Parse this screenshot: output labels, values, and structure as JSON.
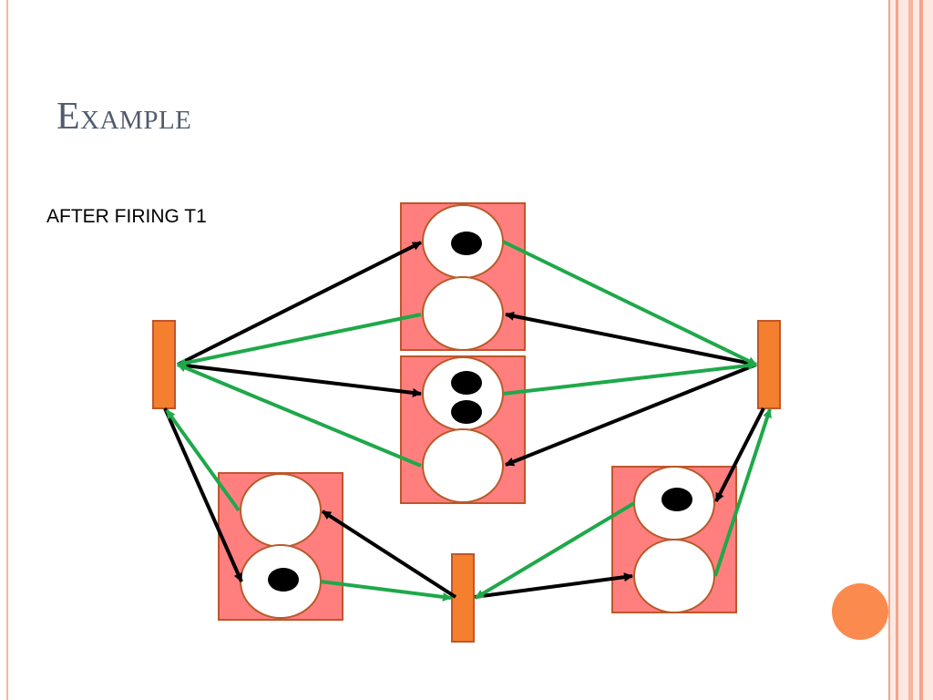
{
  "slide": {
    "title": "Example",
    "subtitle": "AFTER FIRING T1"
  },
  "colors": {
    "frame": "#f4a58a",
    "place_group": "#ff7f7f",
    "transition": "#f47f2e",
    "arc_input": "#000000",
    "arc_output": "#1fa84a",
    "token": "#000000",
    "accent_dot": "#fb8a4e"
  },
  "petri_net": {
    "transitions": [
      "left-transition",
      "bottom-transition",
      "right-transition"
    ],
    "place_groups": [
      {
        "name": "top-group",
        "places": [
          {
            "name": "top-group-upper",
            "tokens": 1
          },
          {
            "name": "top-group-lower",
            "tokens": 0
          }
        ]
      },
      {
        "name": "middle-group",
        "places": [
          {
            "name": "middle-group-upper",
            "tokens": 2
          },
          {
            "name": "middle-group-lower",
            "tokens": 0
          }
        ]
      },
      {
        "name": "left-group",
        "places": [
          {
            "name": "left-group-upper",
            "tokens": 0
          },
          {
            "name": "left-group-lower",
            "tokens": 1
          }
        ]
      },
      {
        "name": "right-group",
        "places": [
          {
            "name": "right-group-upper",
            "tokens": 1
          },
          {
            "name": "right-group-lower",
            "tokens": 0
          }
        ]
      }
    ]
  }
}
